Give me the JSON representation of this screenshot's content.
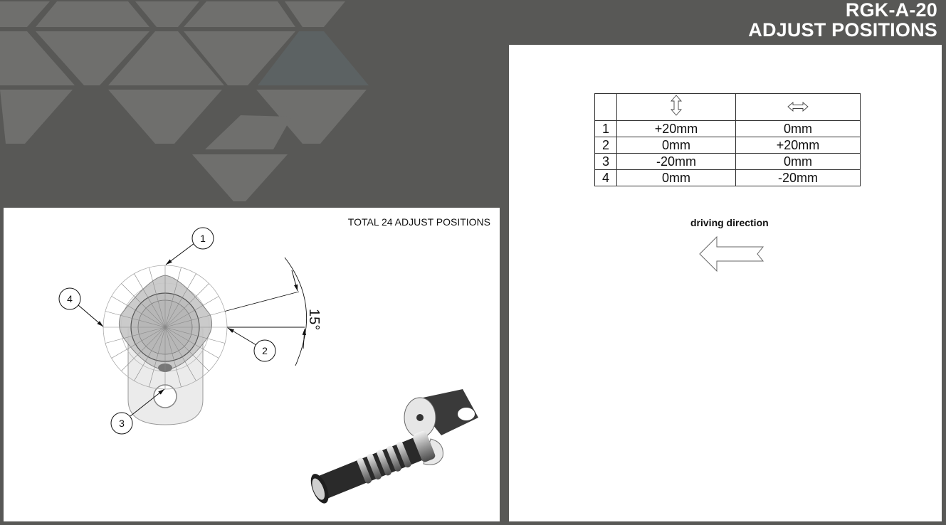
{
  "header": {
    "model": "RGK-A-20",
    "title": "ADJUST POSITIONS"
  },
  "colors": {
    "background": "#585856",
    "triangle_light": "#6f6f6d",
    "triangle_accent": "#5c6263",
    "panel": "#ffffff",
    "title_text": "#ffffff"
  },
  "left_panel": {
    "label": "TOTAL 24 ADJUST POSITIONS",
    "drawing": {
      "callouts": [
        "1",
        "2",
        "3",
        "4"
      ],
      "angle_label": "15°",
      "divisions": 24
    },
    "part_image": "footpeg-assembly-render"
  },
  "right_panel": {
    "table": {
      "headers": {
        "index": "",
        "vertical_icon": "vertical-double-arrow-icon",
        "horizontal_icon": "horizontal-double-arrow-icon"
      },
      "rows": [
        {
          "position": "1",
          "vertical": "+20mm",
          "horizontal": "0mm"
        },
        {
          "position": "2",
          "vertical": "0mm",
          "horizontal": "+20mm"
        },
        {
          "position": "3",
          "vertical": "-20mm",
          "horizontal": "0mm"
        },
        {
          "position": "4",
          "vertical": "0mm",
          "horizontal": "-20mm"
        }
      ]
    },
    "direction_label": "driving direction",
    "direction_icon": "left-arrow-icon"
  }
}
